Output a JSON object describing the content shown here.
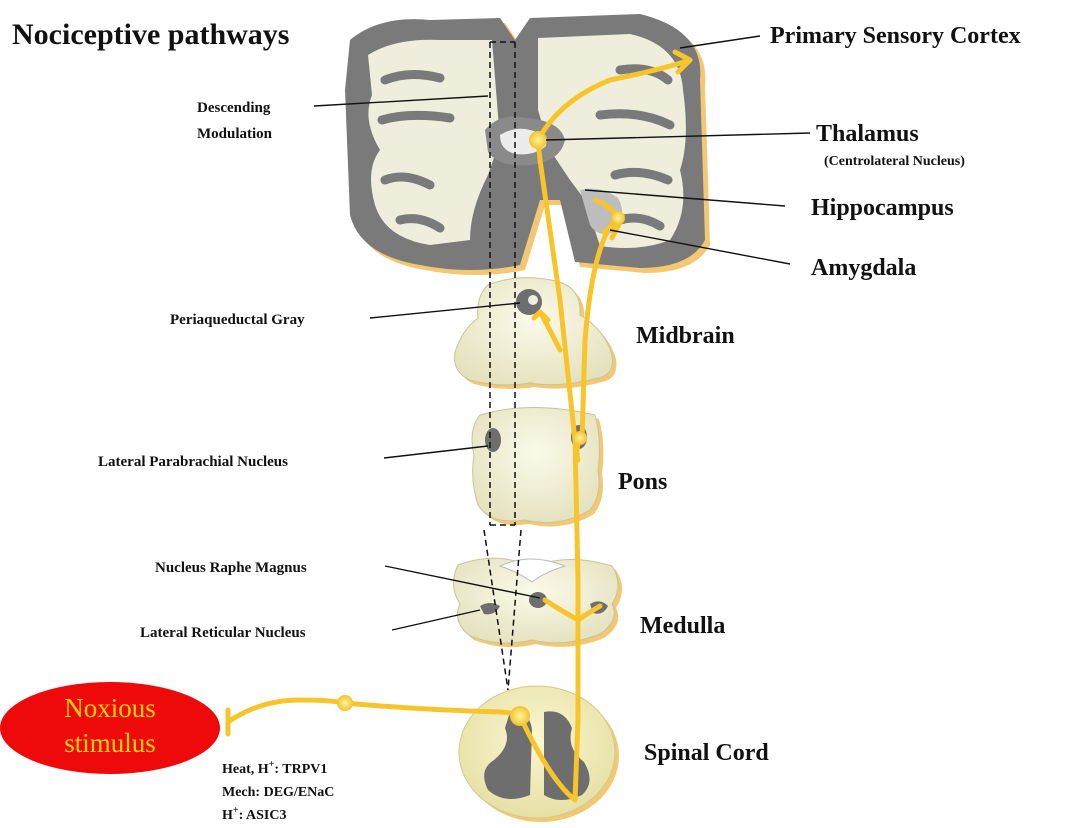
{
  "title": "Nociceptive pathways",
  "labels": {
    "primary_sensory_cortex": "Primary Sensory Cortex",
    "thalamus": "Thalamus",
    "thalamus_sub": "(Centrolateral Nucleus)",
    "hippocampus": "Hippocampus",
    "amygdala": "Amygdala",
    "descending_line1": "Descending",
    "descending_line2": "Modulation",
    "periaqueductal_gray": "Periaqueductal Gray",
    "midbrain": "Midbrain",
    "lateral_parabrachial": "Lateral Parabrachial Nucleus",
    "pons": "Pons",
    "nucleus_raphe_magnus": "Nucleus Raphe Magnus",
    "lateral_reticular": "Lateral Reticular Nucleus",
    "medulla": "Medulla",
    "spinal_cord": "Spinal Cord"
  },
  "stimulus": {
    "line1": "Noxious",
    "line2": "stimulus",
    "fill_color": "#ee0a0a",
    "text_color": "#ffd400"
  },
  "receptors": {
    "heat_prefix": "Heat, H",
    "heat_sup": "+",
    "heat_suffix": ": TRPV1",
    "mech": "Mech: DEG/ENaC",
    "acid_prefix": "H",
    "acid_sup": "+",
    "acid_suffix": ": ASIC3"
  },
  "colors": {
    "pathway": "#f7c52b",
    "cortex_gray": "#7a7a7a",
    "tissue_fill": "#f1efd2",
    "nucleus_gray": "#6e6e6e"
  }
}
